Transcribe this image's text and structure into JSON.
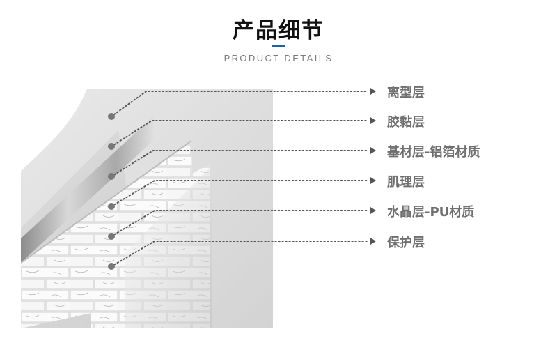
{
  "header": {
    "title": "产品细节",
    "subtitle": "PRODUCT DETAILS"
  },
  "layers": [
    {
      "label": "离型层"
    },
    {
      "label": "胶黏层"
    },
    {
      "label": "基材层-铝箔材质"
    },
    {
      "label": "肌理层"
    },
    {
      "label": "水晶层-PU材质"
    },
    {
      "label": "保护层"
    }
  ],
  "colors": {
    "accent": "#1d5fa8",
    "label": "#6f6f6f",
    "leader": "#555555",
    "dot": "#777777"
  }
}
